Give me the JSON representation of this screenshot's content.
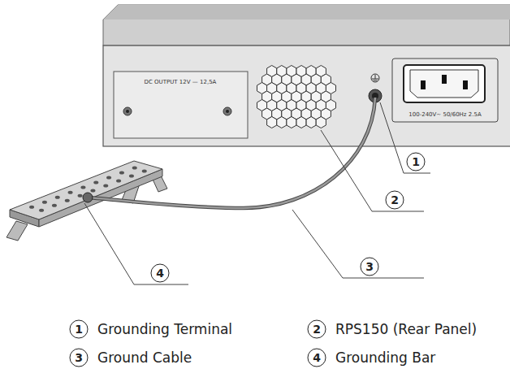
{
  "diagram": {
    "labels": [
      "DC OUTPUT 12V — 12,5A",
      "100-240V~ 50/60Hz 2.5A",
      "1",
      "2",
      "3",
      "4",
      "1",
      "Grounding Terminal",
      "2",
      "RPS150 (Rear Panel)",
      "3",
      "Ground Cable",
      "4",
      "Grounding Bar"
    ]
  }
}
